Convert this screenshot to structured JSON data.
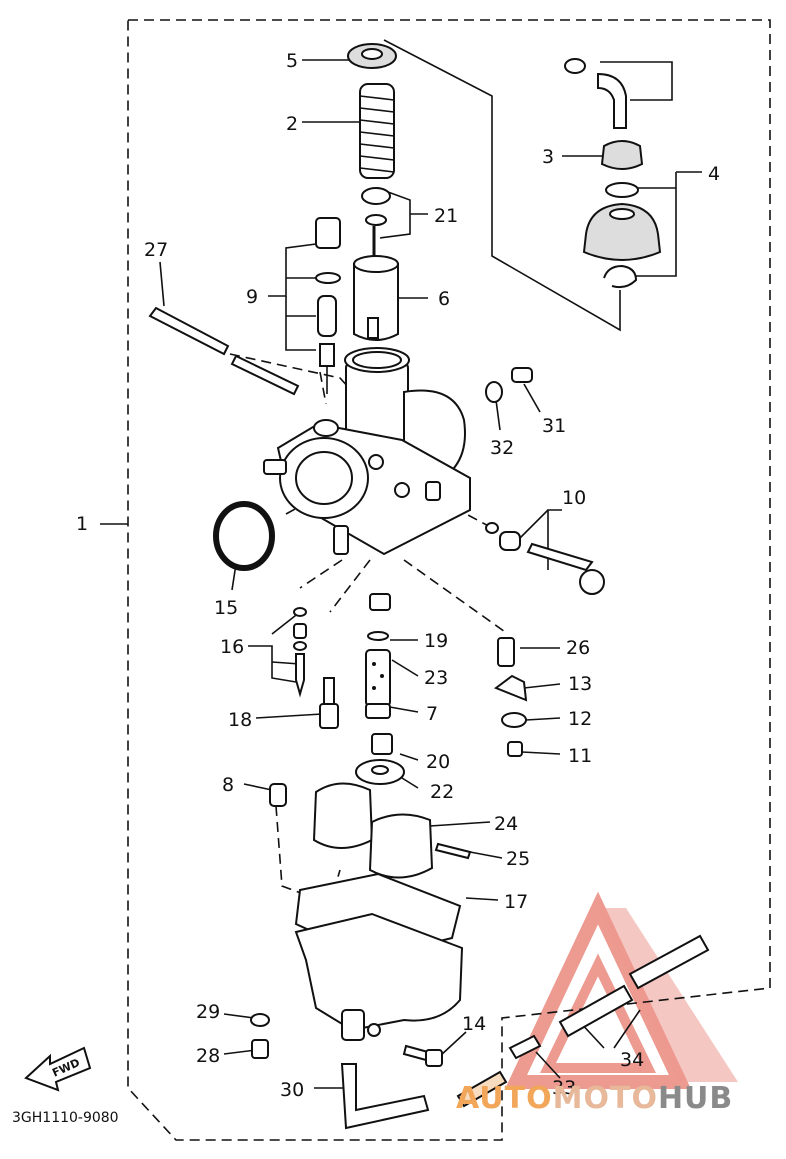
{
  "callouts": {
    "p1": "1",
    "p2": "2",
    "p3": "3",
    "p4": "4",
    "p5": "5",
    "p6": "6",
    "p7": "7",
    "p8": "8",
    "p9": "9",
    "p10": "10",
    "p11": "11",
    "p12": "12",
    "p13": "13",
    "p14": "14",
    "p15": "15",
    "p16": "16",
    "p17": "17",
    "p18": "18",
    "p19": "19",
    "p20": "20",
    "p21": "21",
    "p22": "22",
    "p23": "23",
    "p24": "24",
    "p25": "25",
    "p26": "26",
    "p27": "27",
    "p28": "28",
    "p29": "29",
    "p30": "30",
    "p31": "31",
    "p32": "32",
    "p33": "33",
    "p34": "34"
  },
  "fwd_label": "FWD",
  "diagram_code": "3GH1110-9080",
  "watermark": {
    "left": "AUTO",
    "middle": "MOTO",
    "right": "HUB",
    "color_orange": "#f2a65a",
    "color_gray": "#8a8a8a",
    "color_triangle": "#e8796b"
  }
}
